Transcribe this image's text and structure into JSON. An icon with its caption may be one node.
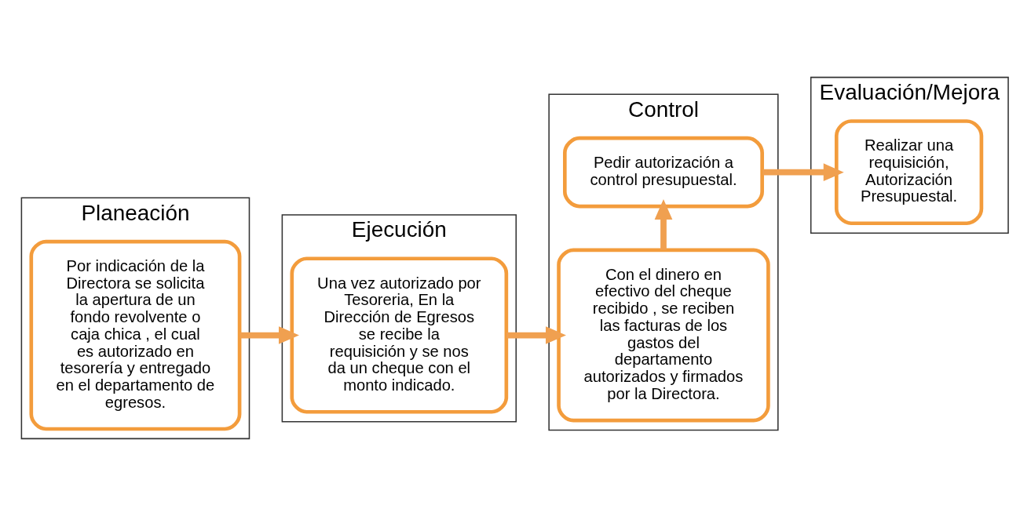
{
  "diagram": {
    "nodes": [
      {
        "text": [
          "Planeación"
        ]
      },
      {
        "text": [
          "Por indicación de la Directora se solicita la apertura de un fondo revolvente o caja chica , el cual es autorizado en tesorería y entregado en el departamento de egresos."
        ],
        "in": 0
      },
      {
        "text": [
          "Ejecución"
        ]
      },
      {
        "text": [
          "Una vez autorizado por Tesoreria, En la Dirección de Egresos se recibe la requisición y se nos da un cheque con el monto indicado."
        ],
        "in": 2
      },
      {
        "text": [
          "Control"
        ]
      },
      {
        "text": [
          "Con el dinero en efectivo del cheque recibido , se reciben las facturas de los gastos del departamento autorizados y firmados por la Directora."
        ],
        "in": 4
      },
      {
        "text": [
          "Pedir autorización a control presupuestal."
        ],
        "in": 4
      },
      {
        "text": [
          "Evaluación/Mejora"
        ]
      },
      {
        "text": [
          "Realizar una requisición, Autorización Presupuestal."
        ],
        "in": 7
      }
    ],
    "edges": [
      {
        "from": 1,
        "to": 3,
        "arrow": "to"
      },
      {
        "from": 3,
        "to": 5,
        "arrow": "to"
      },
      {
        "from": 5,
        "to": 6,
        "arrow": "to"
      },
      {
        "from": 6,
        "to": 8,
        "arrow": "to"
      }
    ]
  }
}
